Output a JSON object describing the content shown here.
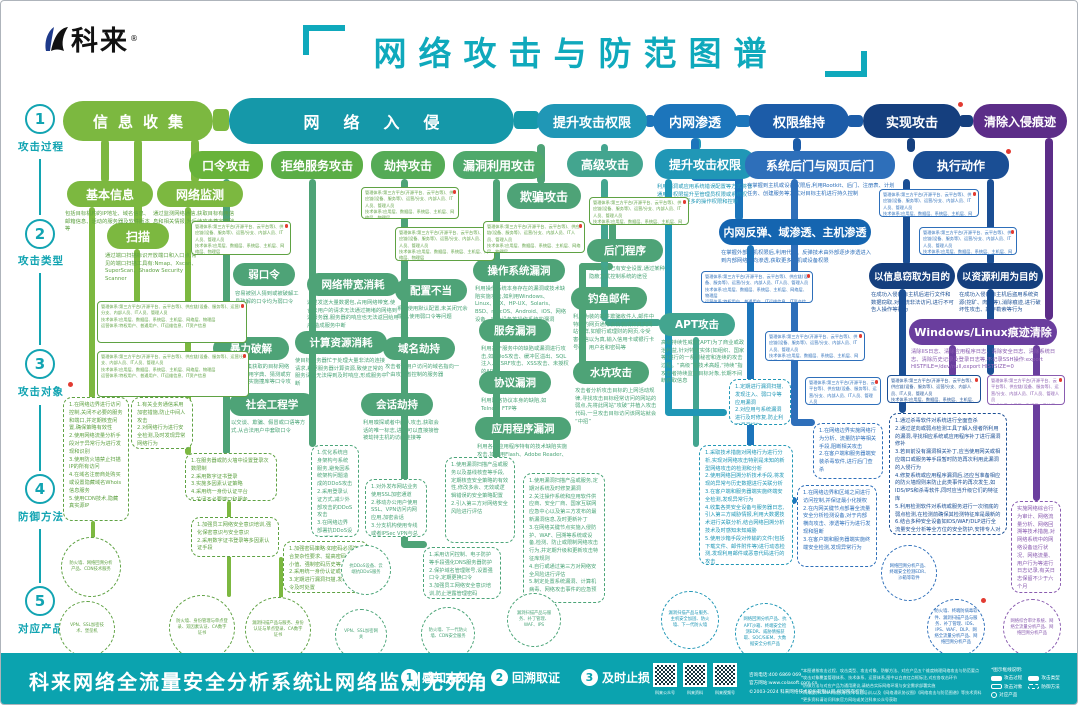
{
  "header": {
    "brand": "科来",
    "reg": "®",
    "title": "网络攻击与防范图谱"
  },
  "sidebar": {
    "stages": [
      {
        "num": "1",
        "label": "攻击过程"
      },
      {
        "num": "2",
        "label": "攻击类型"
      },
      {
        "num": "3",
        "label": "攻击对象"
      },
      {
        "num": "4",
        "label": "防御方法"
      },
      {
        "num": "5",
        "label": "对应产品"
      }
    ]
  },
  "nodes": {
    "info": {
      "label": "信息收集"
    },
    "intrusion": {
      "label": "网络入侵"
    },
    "privesc_top": {
      "label": "提升攻击权限"
    },
    "lateral_top": {
      "label": "内网渗透"
    },
    "persist_top": {
      "label": "权限维持"
    },
    "attack_top": {
      "label": "实现攻击"
    },
    "clean_top": {
      "label": "清除入侵痕迹"
    },
    "basic": {
      "label": "基本信息",
      "desc": "包括目标机构的IP地址、域名信息、邮箱信息、活动的服务器及软件版本等"
    },
    "monitor": {
      "label": "网络监测",
      "desc": "通过监测网络通信,获取目标有用信息和相关情报,为后续攻击奠定基础"
    },
    "scan": {
      "label": "扫描",
      "desc": "通过端口扫描标识开放端口和入口点,常见的端口扫描工具有:Nmap、Xscan、SuperScan、Shadow Security Scanner"
    },
    "pwd": {
      "label": "口令攻击"
    },
    "weakpwd": {
      "label": "弱口令",
      "desc": "容易被别人猜到或被破解工具破解的口令均为弱口令"
    },
    "brute": {
      "label": "暴力破解",
      "desc": "攻击者通过收集获取的目标网络中的用户名,利用字典、猜测或穷举密码等方式,实施撞库等口令攻击"
    },
    "social": {
      "label": "社会工程学",
      "desc": "以交谈、欺骗、假冒或口语等方式,从合法用户中套取口令"
    },
    "dos": {
      "label": "拒绝服务攻击"
    },
    "bandwidth": {
      "label": "网络带宽消耗",
      "desc": "通过发送大量数据包,占用网络带宽,使合法用户的请求无法通过拥堵的网络到达服务器,服务器的响应也无法返回给用户,造成服务中断"
    },
    "compute": {
      "label": "计算资源消耗",
      "desc": "使目标服务器忙于处理大量非法的连接请求,耗尽服务器计算资源,致使正常的服务请求无法得到及时响应,形成服务中断"
    },
    "hijack": {
      "label": "劫持攻击"
    },
    "misconfig": {
      "label": "配置不当",
      "desc": "系统使用默认配置,未关闭冗余端口,使用弱口令等问题"
    },
    "dnshijack": {
      "label": "域名劫持",
      "desc": "攻击者使用户访问的域名指向一个由攻击者控制的服务器"
    },
    "session": {
      "label": "会话劫持",
      "desc": "利用嗅探或者中间人攻击,获取会话的唯一标志,进而可以直接接管被劫持主机的访问连接等"
    },
    "exploit": {
      "label": "漏洞利用攻击"
    },
    "osvuln": {
      "label": "操作系统漏洞",
      "desc": "利用操作系统本身存在的漏洞或技术缺陷实施攻击,如利用Windows、Linux、AIX、HP-UX、Solaris、BSD、macOS、Android、iOS、网络设备、安全设备等操作系统的漏洞"
    },
    "svcvuln": {
      "label": "服务漏洞",
      "desc": "利用基于服务中的缺陷或漏洞进行攻击,如DDoS攻击、缓冲区溢出、SQL注入、CSRF攻击、XSS攻击、未授权的API等"
    },
    "protovuln": {
      "label": "协议漏洞",
      "desc": "利用网络协议本身的缺陷,如Telnet、FTP等"
    },
    "appvuln": {
      "label": "应用程序漏洞",
      "desc": "利用各类应用程序特有的技术缺陷实施攻击,如利用Flash、Adobe Reader、Office软件"
    },
    "spoof": {
      "label": "欺骗攻击"
    },
    "backdoor": {
      "label": "后门程序",
      "desc": "绕过系统已有安全设置,通过某种隐蔽方式控制系统的途径"
    },
    "phishing": {
      "label": "钓鱼邮件",
      "desc": "利用伪装的邮件欺骗收件人,邮件中特制的网页通常会伪装成和真实网站一样,如银行或理财的网页,令受害者信以为真,输入信用卡或银行卡号码、用户名和密码等"
    },
    "waterhole": {
      "label": "水坑攻击",
      "desc": "攻击者分析攻击目标的上网活动规律,寻找攻击目标经常访问的网站的弱点,先将此网站“攻破”并植入攻击代码,一旦攻击目标访问该网站就会“中招”"
    },
    "advanced": {
      "label": "高级攻击"
    },
    "apt": {
      "label": "APT攻击",
      "desc": "高级持续性威胁(APT)为了商业或政治利益,针对特定实体(如组织、国家等)进行的一系列秘密和连续的攻击过程。“高级”指技术高超,“持续”指攻击者持续监控目标对象,长期不间断获取信息"
    },
    "privesc2": {
      "label": "提升攻击权限",
      "desc": "利用漏洞或应用系统错误配置等方式将普通用户权限提升至管理员权限或系统权限,以此获得更多的操作权限和控制"
    },
    "lateral2": {
      "label": "内网反弹、域渗透、主机渗透",
      "desc": "在掌握外部主机权限后,利用代理、反弹技术由外部逐步渗透进入到内部网络横向渗透,获取更多主机或设备权限"
    },
    "sysbackdoor": {
      "label": "系统后门与网页后门",
      "desc": "在掌握到主机或设备权限后,利用Rootkit、后门、注册表、计划任务、创建服务等方式对目标主机进行持久控制"
    },
    "action": {
      "label": "执行动作"
    },
    "stealinfo": {
      "label": "以信息窃取为目的",
      "desc": "在成功入侵目标主机后进行文件和数据窃取,对系统非法访问,进行不可告人操作等行为"
    },
    "useres": {
      "label": "以资源利用为目的",
      "desc": "在成功入侵目标主机后盗用系统资源(挖矿、肉鸡等),消除痕迹,进行破坏性攻击、敲诈勒索等行为"
    },
    "tracewipe": {
      "label": "Windows/Linux痕迹清除",
      "desc": "清除IIS日志、清除应用程序日志、清除安全日志、清除系统日志、清除历史记录及登录日志等,不记录SSH操作:export HISTFILE=/dev/null,export HISTSIZE=0"
    }
  },
  "target_box": {
    "text": "管理体系:第三方平台(开源平台、云平台等)、供应链(设备、服务等)、运营/分支、内部人员、IT人员、管理人员\n技术体系:应用层、数据层、系统层、主机层、网络层、物理层\n运营体系:特权用户、普通用户、IT运维信息、IT资产信息"
  },
  "defense": [
    "1.在网络边界进行访问控制,关闭不必要的服务和端口,并定期核查闲置,确保策略有效性\n2.使用网络流量分析手段对于异常行为进行发现和识别\n3.使用防火墙禁止扫描IP的所有访问\n4.在域名注册商处购买或设置隐藏域名Whois信息服务\n5.使用CDN技术,隐藏真实源IP",
    "1.有关业务通信采用加密措施,防止中间人攻击\n2.对网络行为进行安全检测,及时发现异常网络行为",
    "1.在服务器或防火墙中设置登录次数限制\n2.采用数字证书登录\n3.实施多因素认证策略\n4.采用统一身份认证平台\n5.关闭不必要端口和服务",
    "1.加强员工网络安全意识培训,强化保密意识与安全意识\n2.采用数字证书登录等多因素认证手段",
    "1.加强密码策略:如密码必须符合复杂性要求、提高密码长度最小值、强制密码历史等\n2.采用统一身份认证或数字证书\n3.定期进行漏洞扫描,发现弱口令及时处置",
    "1.优化系统自身架构与系统服务,避免因系统架构问题造成的DDoS攻击\n2.采用登录认证方式,减少外部攻击的DDoS攻击\n3.在网络边界部署抗DDoS设备,清洗恶意攻击流量\n4.采用云端抗DDoS服务,过滤DDoS攻击",
    "1.对外发布网站业务使用SSL加密通道\n2.移动办公用户使用SSL、VPN访问内网应用,加密会话\n3.分支机构使用专线或者IPSec VPN与总部互联",
    "1.使用漏洞扫描产品或服务以及基线核查等手段,定期核查安全策略的有效性,修改多余、无效或逻辑错误的安全策略配置\n2.引入第三方对网络安全风险进行评估",
    "1.采用访问控制、电子防护等手段强化DNS服务器防护\n2.保护域名管理账号,设置强口令,定期更换口令\n3.加强员工网络安全意识培训,防止泄露管理密码",
    "1.使用漏洞扫描产品或服务,定期对系统及时修复漏洞\n2.关注操作系统和应用软件供应商、安全厂商、国家互联网应急中心以及第三方发布的最新漏洞信息,及时更新补丁\n3.在网络关键节点实施入侵防护、WAF、回溯等系统或设备,检测、防止或限制网络攻击行为,并定期升级和更新攻击特征库规则\n4.自行或通过第三方对网络安全风险进行评估\n5.制定处置系统漏洞、计算机病毒、网络攻击事件的应急预案",
    "1.采取技术措施对网络行为进行分析,实现对网络攻击特别是未知的新型网络攻击的检测和分析\n2.使用网络回溯分析技术手段,将发现的异常与历史数据进行关联分析\n3.在客户端和服务器端实施终端安全检测,发现异常行为\n4.收集各类安全设备与服务器日志,引入第三方威胁情报,利用大数据技术进行关联分析,结合网络回溯分析技术及时感知未知威胁\n5.使用沙箱手段对传输的文件(包括下载文件、邮件附件等)进行动态检测,发现利用邮件或恶意代码进行的攻击",
    "1.定期进行漏洞扫描,发现注入、弱口令等应用漏洞\n2.对应用与系统漏洞进行及时修复,防止利用漏洞提权\n3.配置健全的安全策略并定期核查,在不影响使用的前提下,将相关应用权限降至最低",
    "1.在网络边界实施网络行为分析、流量防护等相关手段,阻断相关攻击\n2.在客户端和服务器端安装杀毒软件,进行后门查杀",
    "1.在网络边界和区域之间进行访问控制,并保证最小化授权\n2.在内网关键节点部署全流量安全分析检测设备,对于内部横向攻击、渗透等行为进行发现和阻断\n3.在客户端和服务器端实施终端安全检测,发现异常行为",
    "1.通过杀毒软件对系统进行全面查杀\n2.通过逆向或弱点检测工具了解入侵者所利用的漏洞,寻找相应系统或应用程序补丁进行漏洞修补\n3.若目前没有漏洞相关补丁,应当使用网关或相应端口或服务等手段暂时防范再次利用此漏洞的入侵行为\n4.修复系统或应用程序漏洞后,还应当准备相应的防火墙规则来防止此类事件的再次发生,如IDS/IPS和杀毒软件,同时应当升级它们的特征库\n5.利用检测软件对系统或服务进行一次彻底的弱点检测,在检测前确保其检测特征库是最新的\n6.结合多种安全设备如IDS/WAF/DLP进行全流量安全分析等全方位的安全防护,安排专人对此系统进行流量实时监控,定期对流量进行回溯分析,以确信系统不会再次被此类入侵事件攻击",
    "实施网络综合行为审计、网络流量分析、网络回溯等技术措施,对网络系统中的网络设备运行状况、网络流量、用户行为等进行日志记录,有关日志保留不少于六个月"
  ],
  "products": [
    "防火墙、网络回溯分析产品、CDN技术服务",
    "VPN、SSL加密技术、堡垒机",
    "防火墙、身份管理与单点登录、双因素认证、CA数字证书",
    "漏洞扫描产品与服务、身份认证与单点登录、CA数字证书",
    "抗DDoS设备、云端抗DDoS服务",
    "VPN、SSL加密网关",
    "防火墙、下一代防火墙、CDN安全服务",
    "漏洞扫描产品与服务、补丁管理、WAF、IPS",
    "漏洞扫描产品与服务、主机安全加固、防火墙、下一代防火墙",
    "网络回溯分析产品、抗APT沙箱、终端安全检测EDR、威胁情报获取、SOC/SIEM、大数据安全分析产品",
    "网络回溯分析产品、终端安全检测EDR、沙箱等软件",
    "防火墙、终端防病毒软件、漏洞扫描产品与服务、补丁管理、IDS、IPS、WAF、DLP、网络全流量分析产品、网络回溯分析产品",
    "网络综合审计系统、网络全流量分析产品、网络回溯分析产品"
  ],
  "footer": {
    "system_title": "科来网络全流量安全分析系统",
    "slogan": "让网络监测无死角",
    "badges": [
      {
        "num": "1",
        "label": "感知未知"
      },
      {
        "num": "2",
        "label": "回溯取证"
      },
      {
        "num": "3",
        "label": "及时止损"
      }
    ],
    "qr_labels": [
      "科来公众号",
      "科来资料",
      "科来视频号"
    ],
    "contact": [
      "咨询电话:400 6869 069",
      "官方网站:www.colasoft.com.cn",
      "©2003-2024 科来网络技术股份有限公司 保留所有权利"
    ],
    "notes": [
      "*本图谱按攻击过程、攻击类型、攻击对象、防御方法、对应产品五个维度梳理网络攻击与防范要点",
      "*攻击对象覆盖管理体系、技术体系、运营体系,图中以白底红点框标注,对应各攻击环节",
      "*防御方法与对应产品为通用建议,请结合实际网络环境与安全需求部署实施",
      "*科来提供CSNA网络分析技术认证培训,以及《网络通讯协议图》《网络攻击与防范图谱》等技术资料",
      "*更多资料请访问科来官方网站或关注科来公众号获取"
    ],
    "legend": {
      "title": "*图示框线说明:",
      "items": [
        "攻击过程",
        "攻击类型",
        "攻击对象",
        "防御方法",
        "对应产品"
      ]
    }
  }
}
